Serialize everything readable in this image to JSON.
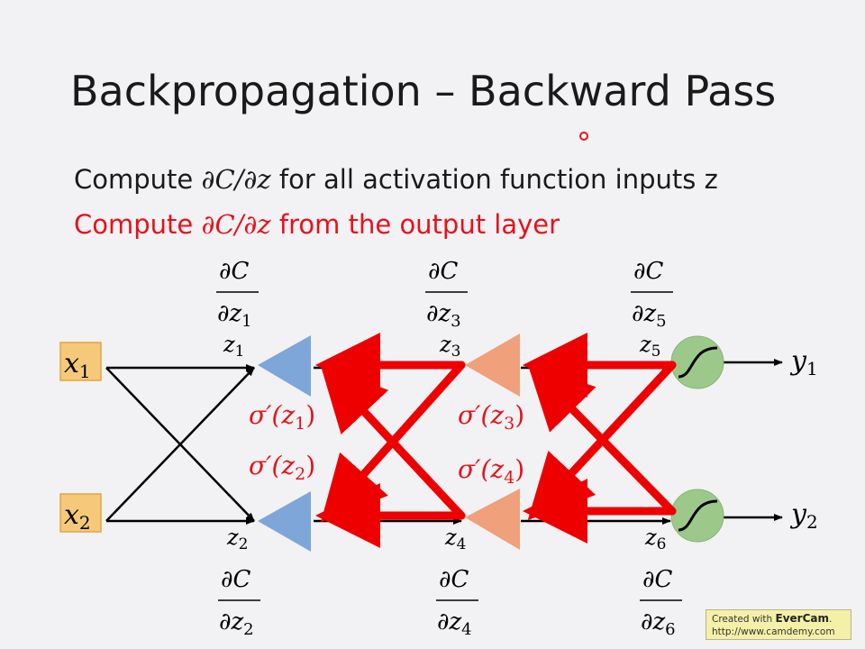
{
  "slide": {
    "title": "Backpropagation – Backward Pass",
    "line1_prefix": "Compute ",
    "line1_math": "∂C/∂z",
    "line1_suffix": " for all activation function inputs z",
    "line2_prefix": "Compute ",
    "line2_math": "∂C/∂z",
    "line2_suffix": " from the output layer",
    "colors": {
      "text": "#1a1a1a",
      "highlight": "#e8101a",
      "input_box": "#f6c97a",
      "layer1": "#7fa6d8",
      "layer2": "#f0a07a",
      "output_node": "#9cc98a"
    }
  },
  "network": {
    "inputs": [
      {
        "label": "x",
        "sub": "1"
      },
      {
        "label": "x",
        "sub": "2"
      }
    ],
    "outputs": [
      {
        "label": "y",
        "sub": "1"
      },
      {
        "label": "y",
        "sub": "2"
      }
    ],
    "z_labels": [
      {
        "label": "z",
        "sub": "1"
      },
      {
        "label": "z",
        "sub": "2"
      },
      {
        "label": "z",
        "sub": "3"
      },
      {
        "label": "z",
        "sub": "4"
      },
      {
        "label": "z",
        "sub": "5"
      },
      {
        "label": "z",
        "sub": "6"
      }
    ],
    "gradients": [
      {
        "num": "∂C",
        "den": "∂z",
        "sub": "1"
      },
      {
        "num": "∂C",
        "den": "∂z",
        "sub": "2"
      },
      {
        "num": "∂C",
        "den": "∂z",
        "sub": "3"
      },
      {
        "num": "∂C",
        "den": "∂z",
        "sub": "4"
      },
      {
        "num": "∂C",
        "den": "∂z",
        "sub": "5"
      },
      {
        "num": "∂C",
        "den": "∂z",
        "sub": "6"
      }
    ],
    "derivatives": [
      {
        "text": "σ′(z",
        "sub": "1",
        "close": ")"
      },
      {
        "text": "σ′(z",
        "sub": "2",
        "close": ")"
      },
      {
        "text": "σ′(z",
        "sub": "3",
        "close": ")"
      },
      {
        "text": "σ′(z",
        "sub": "4",
        "close": ")"
      }
    ]
  },
  "watermark": {
    "line1_prefix": "Created with ",
    "brand": "EverCam",
    "line1_suffix": ".",
    "line2": "http://www.camdemy.com"
  }
}
